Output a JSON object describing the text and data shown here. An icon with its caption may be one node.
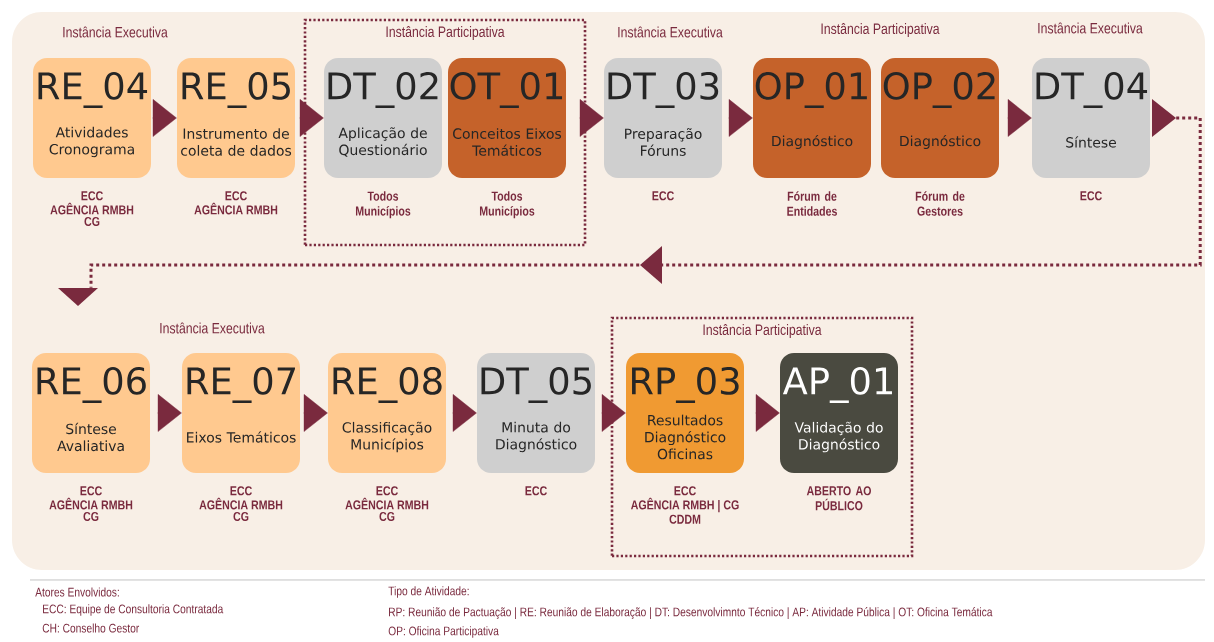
{
  "diagram": {
    "nodes": [
      {
        "text": [
          "RE_04",
          "Atividades Cronograma"
        ],
        "beside": [
          "ECC",
          "AGÊNCIA RMBH",
          "CG"
        ]
      },
      {
        "text": [
          "RE_05",
          "Instrumento de coleta de dados"
        ],
        "beside": [
          "ECC",
          "AGÊNCIA RMBH"
        ]
      },
      {
        "text": [
          "Instância Participativa"
        ]
      },
      {
        "text": [
          "DT_02",
          "Aplicação de Questionário"
        ],
        "beside": [
          "Todos Municípios"
        ],
        "in": 2
      },
      {
        "text": [
          "OT_01",
          "Conceitos Eixos Temáticos"
        ],
        "beside": [
          "Todos Municípios"
        ],
        "in": 2
      },
      {
        "text": [
          "DT_03",
          "Preparação Fóruns"
        ],
        "beside": [
          "ECC"
        ]
      },
      {
        "text": [
          "OP_01",
          "Diagnóstico"
        ],
        "beside": [
          "Fórum de Entidades"
        ]
      },
      {
        "text": [
          "OP_02",
          "Diagnóstico"
        ],
        "beside": [
          "Fórum de Gestores"
        ]
      },
      {
        "text": [
          "DT_04",
          "Síntese"
        ],
        "beside": [
          "ECC"
        ]
      },
      {
        "text": [
          "RE_06",
          "Síntese Avaliativa"
        ],
        "beside": [
          "ECC",
          "AGÊNCIA RMBH",
          "CG"
        ]
      },
      {
        "text": [
          "RE_07",
          "Eixos Temáticos"
        ],
        "beside": [
          "ECC",
          "AGÊNCIA RMBH",
          "CG"
        ]
      },
      {
        "text": [
          "RE_08",
          "Classificação Municípios"
        ],
        "beside": [
          "ECC",
          "AGÊNCIA RMBH",
          "CG"
        ]
      },
      {
        "text": [
          "DT_05",
          "Minuta do Diagnóstico"
        ],
        "beside": [
          "ECC"
        ]
      },
      {
        "text": [
          "Instância Participativa"
        ]
      },
      {
        "text": [
          "RP_03",
          "Resultados Diagnóstico Oficinas"
        ],
        "beside": [
          "ECC",
          "AGÊNCIA RMBH | CG",
          "CDDM"
        ],
        "in": 13
      },
      {
        "text": [
          "AP_01",
          "Validação do Diagnóstico"
        ],
        "beside": [
          "ABERTO AO PÚBLICO"
        ],
        "in": 13
      }
    ],
    "edges": [
      {
        "from": 0,
        "to": 1,
        "arrow": "to"
      },
      {
        "from": 1,
        "to": 3,
        "arrow": "to"
      },
      {
        "from": 4,
        "to": 5,
        "arrow": "to"
      },
      {
        "from": 5,
        "to": 6,
        "arrow": "to"
      },
      {
        "from": 7,
        "to": 8,
        "arrow": "to"
      },
      {
        "from": 8,
        "to": 9,
        "arrow": "to",
        "style": "dashed"
      },
      {
        "from": 9,
        "to": 10,
        "arrow": "to"
      },
      {
        "from": 10,
        "to": 11,
        "arrow": "to"
      },
      {
        "from": 11,
        "to": 12,
        "arrow": "to"
      },
      {
        "from": 12,
        "to": 14,
        "arrow": "to"
      },
      {
        "from": 14,
        "to": 15,
        "arrow": "to"
      }
    ],
    "labels": [
      "Instância Executiva",
      "Instância Executiva",
      "Instância Participativa",
      "Instância Executiva",
      "Instância Executiva",
      "Atores Envolvidos:",
      "Tipo de Atividade:",
      "ECC: Equipe de Consultoria Contratada",
      "RP: Reunião de Pactuação | RE: Reunião de Elaboração | DT: Desenvolvimnto Técnico | AP: Atividade Pública | OT: Oficina Temática",
      "CH: Conselho Gestor",
      "OP: Oficina Participativa"
    ]
  }
}
